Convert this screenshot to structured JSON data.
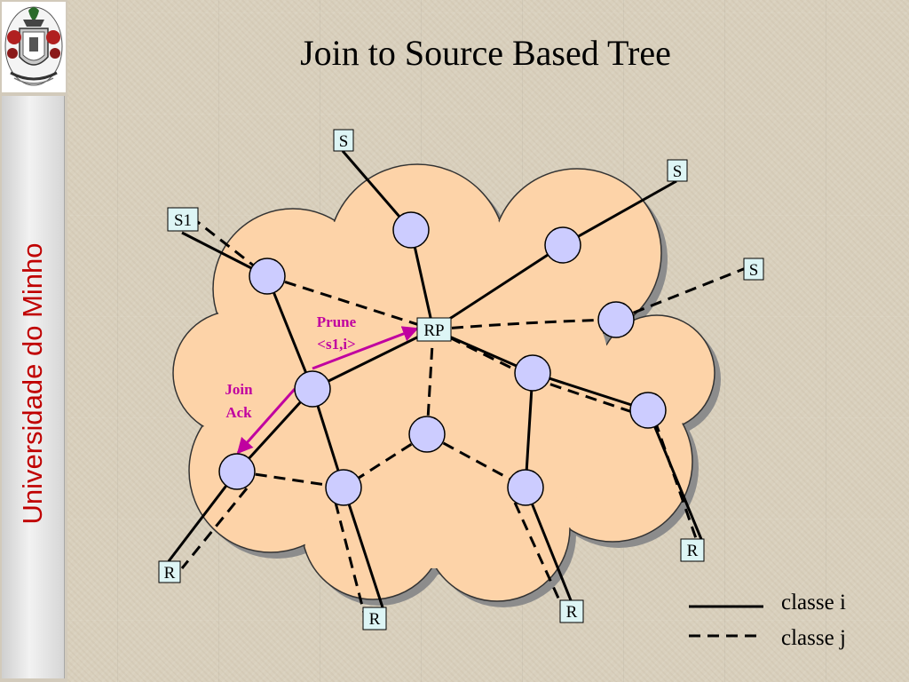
{
  "slide": {
    "title": "Join to Source Based Tree",
    "sidebar_text": "Universidade do Minho"
  },
  "nodes": {
    "rp": "RP",
    "s1": "S1",
    "s_top": "S",
    "s_right_upper": "S",
    "s_right_lower": "S",
    "r_left": "R",
    "r_bottom_left": "R",
    "r_bottom_right": "R",
    "r_right": "R"
  },
  "annotations": {
    "prune_line1": "Prune",
    "prune_line2": "<s1,i>",
    "join_line1": "Join",
    "join_line2": "Ack"
  },
  "legend": {
    "solid_label": "classe i",
    "dashed_label": "classe j"
  },
  "colors": {
    "cloud_fill": "#fdd3a8",
    "node_fill": "#ccccff",
    "label_box_fill": "#ddf5f5",
    "arrow": "#c000a0",
    "sidebar_text": "#c00000"
  }
}
